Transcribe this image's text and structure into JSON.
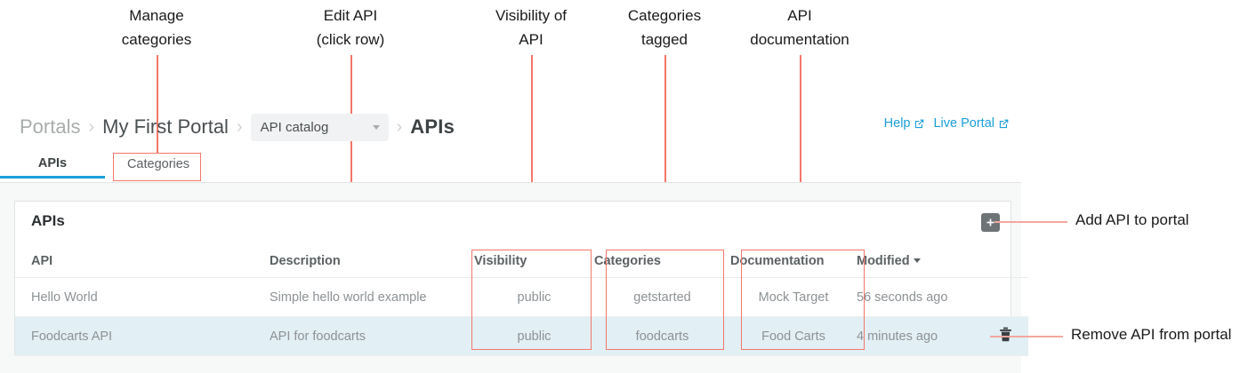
{
  "annotations": {
    "top": [
      {
        "text": "Manage\ncategories",
        "name": "annotation-manage-categories"
      },
      {
        "text": "Edit API\n(click row)",
        "name": "annotation-edit-api"
      },
      {
        "text": "Visibility of\nAPI",
        "name": "annotation-visibility"
      },
      {
        "text": "Categories\ntagged",
        "name": "annotation-categories-tagged"
      },
      {
        "text": "API\ndocumentation",
        "name": "annotation-api-documentation"
      }
    ],
    "right": [
      {
        "text": "Add API to portal",
        "name": "annotation-add-api"
      },
      {
        "text": "Remove API from portal",
        "name": "annotation-remove-api"
      }
    ],
    "accent_color": "#f4776a"
  },
  "breadcrumb": {
    "root": "Portals",
    "portal": "My First Portal",
    "catalog_select": "API catalog",
    "current": "APIs",
    "separator": "›"
  },
  "header_links": [
    {
      "label": "Help",
      "name": "help-link"
    },
    {
      "label": "Live Portal",
      "name": "live-portal-link"
    }
  ],
  "tabs": [
    {
      "label": "APIs",
      "active": true
    },
    {
      "label": "Categories",
      "active": false
    }
  ],
  "card": {
    "title": "APIs",
    "add_button_label": "+",
    "columns": [
      "API",
      "Description",
      "Visibility",
      "Categories",
      "Documentation",
      "Modified"
    ],
    "sort_column": "Modified",
    "rows": [
      {
        "api": "Hello World",
        "description": "Simple hello world example",
        "visibility": "public",
        "categories": "getstarted",
        "documentation": "Mock Target",
        "modified": "56 seconds ago",
        "selected": false
      },
      {
        "api": "Foodcarts API",
        "description": "API for foodcarts",
        "visibility": "public",
        "categories": "foodcarts",
        "documentation": "Food Carts",
        "modified": "4 minutes ago",
        "selected": true
      }
    ]
  },
  "colors": {
    "accent_blue": "#1a9fd9",
    "annotation_red": "#f4776a",
    "selected_row": "#e2eff5"
  }
}
